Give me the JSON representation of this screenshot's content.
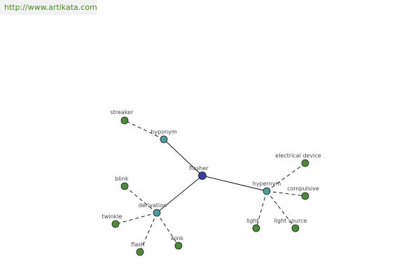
{
  "source": {
    "url": "http://www.artikata.com"
  },
  "graph": {
    "colors": {
      "center": "#3a3f9e",
      "relation": "#4f9a9a",
      "word": "#4f8a3c",
      "edge": "#000000"
    },
    "nodes": [
      {
        "id": "flasher",
        "label": "flasher",
        "kind": "center"
      },
      {
        "id": "hyponym",
        "label": "hyponym",
        "kind": "relation"
      },
      {
        "id": "derivation",
        "label": "derivation",
        "kind": "relation"
      },
      {
        "id": "hypernym",
        "label": "hypernym",
        "kind": "relation"
      },
      {
        "id": "streaker",
        "label": "streaker",
        "kind": "word"
      },
      {
        "id": "blink",
        "label": "blink",
        "kind": "word"
      },
      {
        "id": "twinkle",
        "label": "twinkle",
        "kind": "word"
      },
      {
        "id": "flash",
        "label": "flash",
        "kind": "word"
      },
      {
        "id": "wink",
        "label": "wink",
        "kind": "word"
      },
      {
        "id": "electrical-device",
        "label": "electrical device",
        "kind": "word"
      },
      {
        "id": "compulsive",
        "label": "compulsive",
        "kind": "word"
      },
      {
        "id": "light",
        "label": "light",
        "kind": "word"
      },
      {
        "id": "light-source",
        "label": "light source",
        "kind": "word"
      }
    ],
    "edges": [
      {
        "from": "flasher",
        "to": "hyponym",
        "style": "solid"
      },
      {
        "from": "flasher",
        "to": "derivation",
        "style": "solid"
      },
      {
        "from": "flasher",
        "to": "hypernym",
        "style": "solid"
      },
      {
        "from": "hyponym",
        "to": "streaker",
        "style": "dashed"
      },
      {
        "from": "derivation",
        "to": "blink",
        "style": "dashed"
      },
      {
        "from": "derivation",
        "to": "twinkle",
        "style": "dashed"
      },
      {
        "from": "derivation",
        "to": "flash",
        "style": "dashed"
      },
      {
        "from": "derivation",
        "to": "wink",
        "style": "dashed"
      },
      {
        "from": "hypernym",
        "to": "electrical-device",
        "style": "dashed"
      },
      {
        "from": "hypernym",
        "to": "compulsive",
        "style": "dashed"
      },
      {
        "from": "hypernym",
        "to": "light",
        "style": "dashed"
      },
      {
        "from": "hypernym",
        "to": "light-source",
        "style": "dashed"
      }
    ]
  }
}
